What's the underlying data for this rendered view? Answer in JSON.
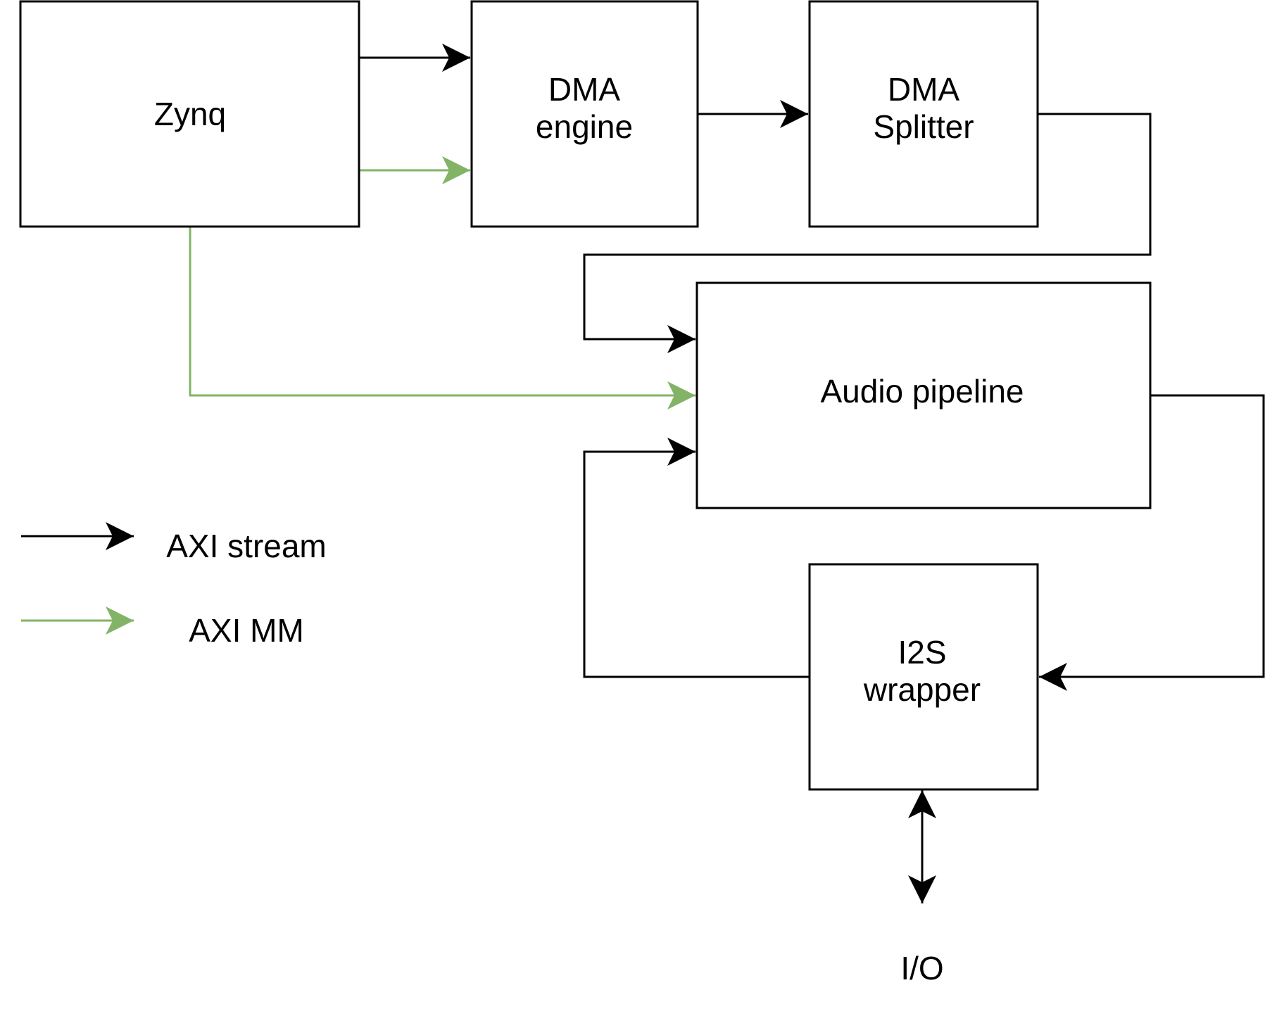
{
  "diagram": {
    "blocks": {
      "zynq": {
        "lines": [
          "Zynq"
        ]
      },
      "dma_engine": {
        "lines": [
          "DMA",
          "engine"
        ]
      },
      "dma_splitter": {
        "lines": [
          "DMA",
          "Splitter"
        ]
      },
      "audio_pipeline": {
        "lines": [
          "Audio pipeline"
        ]
      },
      "i2s_wrapper": {
        "lines": [
          "I2S",
          "wrapper"
        ]
      }
    },
    "io_label": "I/O",
    "connections": [
      {
        "from": "Zynq",
        "to": "DMA engine",
        "type": "AXI stream"
      },
      {
        "from": "Zynq",
        "to": "DMA engine",
        "type": "AXI MM"
      },
      {
        "from": "DMA engine",
        "to": "DMA Splitter",
        "type": "AXI stream"
      },
      {
        "from": "DMA Splitter",
        "to": "Audio pipeline",
        "type": "AXI stream"
      },
      {
        "from": "Zynq",
        "to": "Audio pipeline",
        "type": "AXI MM"
      },
      {
        "from": "I2S wrapper",
        "to": "Audio pipeline",
        "type": "AXI stream"
      },
      {
        "from": "Audio pipeline",
        "to": "I2S wrapper",
        "type": "AXI stream"
      },
      {
        "from": "I2S wrapper",
        "to": "I/O",
        "type": "bidirectional"
      }
    ],
    "legend": [
      {
        "label": "AXI stream",
        "color": "#000000"
      },
      {
        "label": "AXI MM",
        "color": "#82b366"
      }
    ],
    "colors": {
      "stream": "#000000",
      "mm": "#82b366"
    }
  }
}
